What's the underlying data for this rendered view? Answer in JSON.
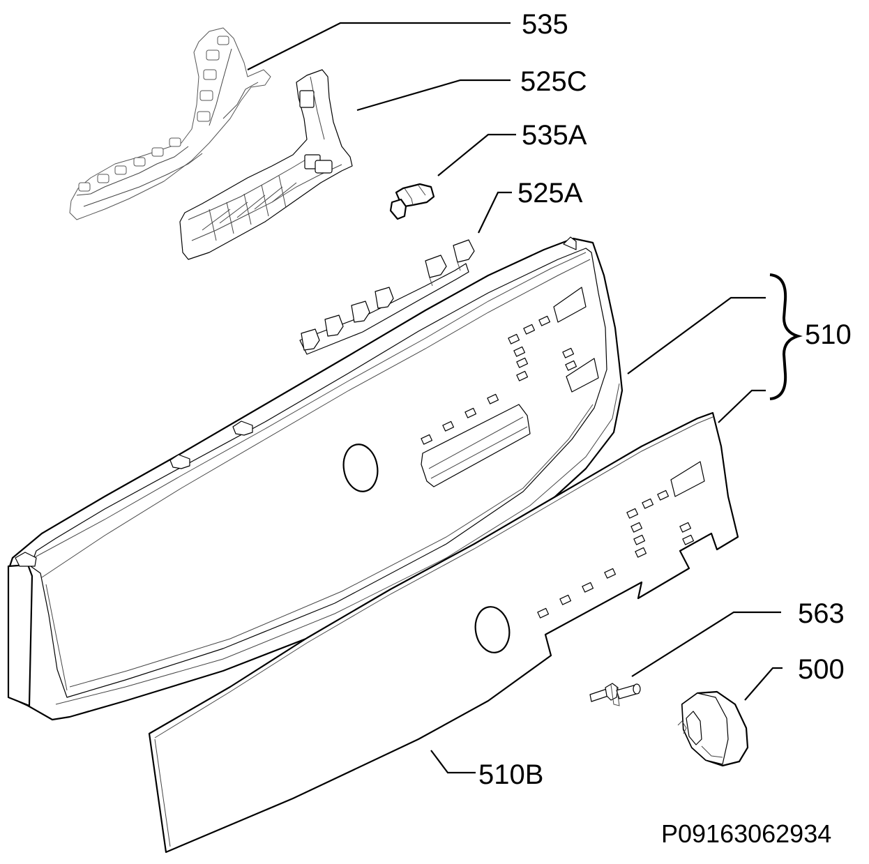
{
  "diagram": {
    "parts": [
      {
        "id": "535",
        "label": "535"
      },
      {
        "id": "525C",
        "label": "525C"
      },
      {
        "id": "535A",
        "label": "535A"
      },
      {
        "id": "525A",
        "label": "525A"
      },
      {
        "id": "510",
        "label": "510"
      },
      {
        "id": "563",
        "label": "563"
      },
      {
        "id": "500",
        "label": "500"
      },
      {
        "id": "510B",
        "label": "510B"
      }
    ],
    "document_id": "P09163062934"
  }
}
